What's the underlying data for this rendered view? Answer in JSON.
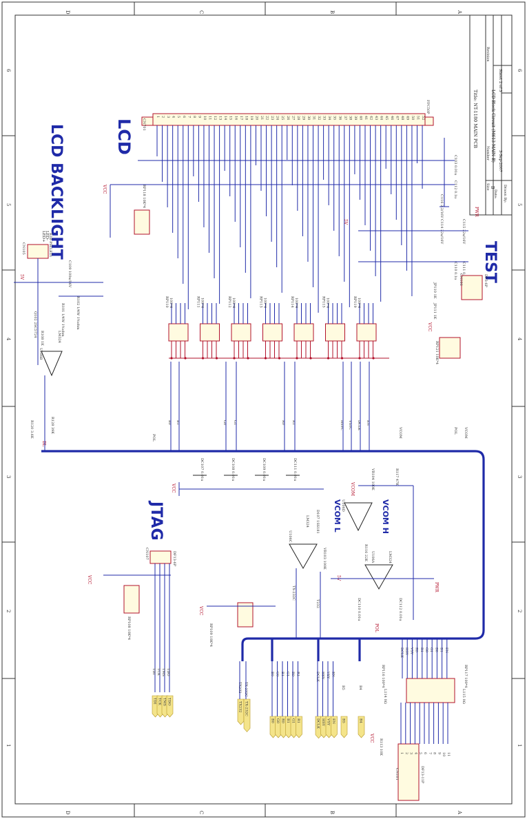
{
  "border": {
    "col_letters": [
      "D",
      "C",
      "B",
      "A"
    ],
    "row_numbers": [
      "6",
      "5",
      "4",
      "3",
      "2",
      "1"
    ]
  },
  "title_block": {
    "title": "Title: NT-1180 MAIN PCB",
    "size_label": "Size",
    "size_value": "B",
    "number_label": "Number",
    "number_value": "LCD Block Circuit (M613-MAIN-B)",
    "revision_label": "Revision",
    "date_label": "Date:",
    "date_value": "3-Sep-2007",
    "drawn_label": "Drawn By:",
    "sheet_label": "Sheet 2 of 3"
  },
  "sections": {
    "lcd": "LCD",
    "backlight": "LCD BACKLIGHT",
    "test": "TEST",
    "jtag": "JTAG",
    "vcom_l": "VCOM L",
    "vcom_h": "VCOM H"
  },
  "connectors": {
    "cn701": {
      "ref": "CN701",
      "part": "FFC50P",
      "pins": [
        "1",
        "2",
        "3",
        "4",
        "5",
        "6",
        "7",
        "8",
        "9",
        "10",
        "11",
        "12",
        "13",
        "14",
        "15",
        "16",
        "17",
        "18",
        "19",
        "20",
        "21",
        "22",
        "23",
        "24",
        "25",
        "26",
        "27",
        "28",
        "29",
        "30",
        "31",
        "32",
        "33",
        "34",
        "35",
        "36",
        "37",
        "38",
        "39",
        "40",
        "41",
        "42",
        "43",
        "44",
        "45",
        "46",
        "47",
        "48",
        "49",
        "50",
        "51",
        "52"
      ]
    },
    "cn105": {
      "ref": "CN105",
      "part": "B2B-PH(LED)",
      "pins": [
        "LED+",
        "LED-"
      ]
    },
    "cn106": {
      "ref": "CN106",
      "part": "DF3-6P",
      "pins": [
        "1",
        "2",
        "3",
        "4",
        "5",
        "6"
      ]
    },
    "cn107": {
      "ref": "CN107",
      "part": "DF13-6P",
      "pins": [
        "1",
        "2",
        "3",
        "4",
        "5",
        "6"
      ]
    },
    "cn101": {
      "ref": "CN101",
      "part": "DF13-11P",
      "pins": [
        "1",
        "2",
        "3",
        "4",
        "5",
        "6",
        "7",
        "8",
        "9",
        "10",
        "11"
      ]
    }
  },
  "resistor_arrays": [
    {
      "ref": "RP110",
      "value": "100*4"
    },
    {
      "ref": "RP111",
      "value": "100*4"
    },
    {
      "ref": "RP112",
      "value": "100*4"
    },
    {
      "ref": "RP113",
      "value": "100*4"
    },
    {
      "ref": "RP114",
      "value": "100*4"
    },
    {
      "ref": "RP115",
      "value": "100*4"
    },
    {
      "ref": "RP119",
      "value": "100*4"
    }
  ],
  "parts": {
    "rp118": "RP118 10K*4",
    "r122": "R122 1K",
    "r121": "R121 1K",
    "q102": "Q102 2SC5724",
    "r108": "R108 1K",
    "r101": "R101 1/4W 1%ohm",
    "r102": "R102 1/4W 1%ohm",
    "c109": "C109 100u/16V",
    "u106b": "U106B",
    "lm324": "LM324",
    "r120": "R120 3.6K",
    "r128": "R128 39K",
    "c103": "C103 0.01u",
    "c112": "C112 0.1u",
    "c116": "C116 2.2/16V",
    "c114": "C114 22u/16V",
    "c115": "C115 22u/16V",
    "c110": "C110 0.1u",
    "c111": "C111 0.1u",
    "jp110": "JP110 1K",
    "jp111": "JP111 1K",
    "rp121": "RP121 10K*4",
    "dc107": "DC107 0.01u",
    "dc108": "DC108 0.01u",
    "dc109": "DC109 0.01u",
    "dc111": "DC111 0.01u",
    "vr104": "VR104 100K",
    "r117": "R117 47K",
    "u106d": "U106D",
    "d107": "D107 1SS181",
    "vr103": "VR103 100K",
    "r116": "R116 22K",
    "u106c": "U106C",
    "u106a": "U106A",
    "dc110": "DC110 0.01u",
    "dc112": "DC112 0.01u",
    "rp108": "RP108 10K*4",
    "rp109": "RP109 10K*4",
    "rp116": "RP116 100*4",
    "rp117": "RP117 100*4",
    "l114": "L114 0Ω",
    "l115": "L115 0Ω",
    "r113": "R113 10K"
  },
  "nets": {
    "bl": "BL",
    "v5": "5V",
    "vcc": "VCC",
    "pwr": "PWR",
    "vcom": "VCOM",
    "pol": "POL",
    "vlcd": "VLCD",
    "lcd_top": [
      "B0",
      "B1",
      "G0",
      "G1",
      "R0",
      "R1",
      "HSYC",
      "VSYC",
      "DCLK",
      "EN"
    ],
    "bus_right": [
      "POL",
      "VCOM",
      "POL",
      "VCOM"
    ],
    "jtag_pins": [
      "TDI",
      "TCK",
      "TMS",
      "TDO"
    ],
    "tx": [
      "TX232",
      "TX-232C"
    ],
    "tx_mid": "TX-232C",
    "t232": "T232",
    "b_bus": [
      "B0",
      "G0",
      "B1",
      "G1",
      "R0",
      "R1"
    ],
    "ctrl_bus": [
      "DCLK",
      "HSY",
      "VSY",
      "EN"
    ],
    "b_single": [
      "B5",
      "B4"
    ],
    "cn101_nets": [
      "DCLK",
      "HSY",
      "VSY",
      "R0",
      "R1",
      "G0",
      "G1",
      "B0",
      "B1",
      "EN"
    ]
  },
  "tags": {
    "jtag": [
      "TDI",
      "TCK",
      "TMS",
      "TDO"
    ],
    "tx": [
      "TX232",
      "TX-232C"
    ],
    "color": [
      "B0",
      "G0",
      "R0",
      "B1",
      "G1",
      "R1"
    ],
    "ctrl": [
      "DCLK",
      "HSY",
      "VSY",
      "EN"
    ],
    "one": [
      "B5"
    ],
    "two": [
      "B4"
    ]
  }
}
